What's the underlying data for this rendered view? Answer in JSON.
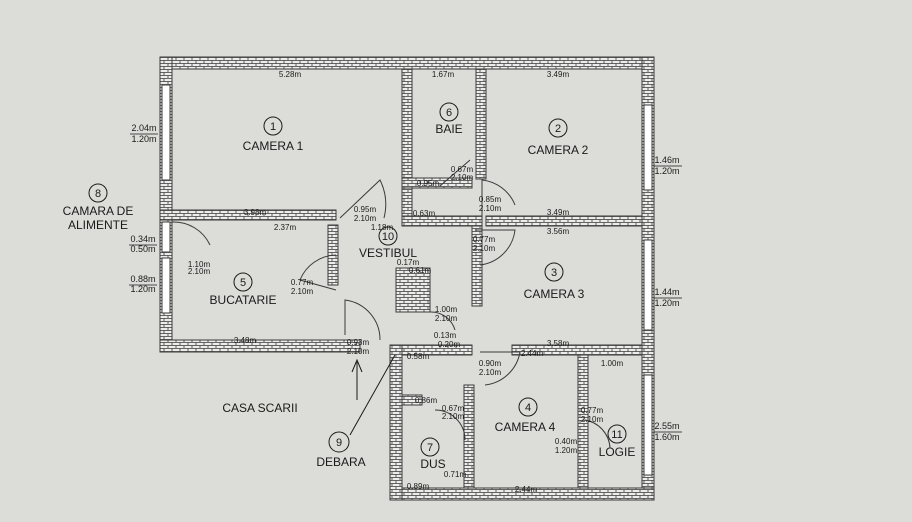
{
  "colors": {
    "paper": "#dcdcd9",
    "wall": "#3a3a3a",
    "brick": "#ececea",
    "ink": "#1a1a1a"
  },
  "rooms": [
    {
      "number": "1",
      "name": "CAMERA 1"
    },
    {
      "number": "2",
      "name": "CAMERA 2"
    },
    {
      "number": "3",
      "name": "CAMERA 3"
    },
    {
      "number": "4",
      "name": "CAMERA 4"
    },
    {
      "number": "5",
      "name": "BUCATARIE"
    },
    {
      "number": "6",
      "name": "BAIE"
    },
    {
      "number": "7",
      "name": "DUS"
    },
    {
      "number": "8",
      "name_line1": "CAMARA DE",
      "name_line2": "ALIMENTE"
    },
    {
      "number": "9",
      "name": "DEBARA"
    },
    {
      "number": "10",
      "name": "VESTIBUL"
    },
    {
      "number": "11",
      "name": "LOGIE"
    }
  ],
  "outside_label": "CASA SCARII",
  "dimensions": [
    "5.28m",
    "1.67m",
    "3.49m",
    "3.98m",
    "2.37m",
    "3.49m",
    "3.56m",
    "3.58m",
    "3.48m",
    "2.44m",
    "2.44m",
    "0.95m",
    "2.10m",
    "0.85m",
    "2.10m",
    "0.77m",
    "2.10m",
    "0.77m",
    "2.10m",
    "0.93m",
    "2.10m",
    "0.90m",
    "2.10m",
    "0.67m",
    "2.10m",
    "0.67m",
    "2.10m",
    "0.77m",
    "2.10m",
    "1.00m",
    "2.10m",
    "1.10m",
    "2.10m",
    "1.18m",
    "0.63m",
    "0.95m",
    "0.17m",
    "0.61m",
    "0.13m",
    "0.20m",
    "0.58m",
    "0.86m",
    "0.71m",
    "0.89m",
    "0.40m",
    "1.20m",
    "1.00m"
  ],
  "window_dims": [
    {
      "top": "2.04m",
      "bottom": "1.20m"
    },
    {
      "top": "0.34m",
      "bottom": "0.50m"
    },
    {
      "top": "0.88m",
      "bottom": "1.20m"
    },
    {
      "top": "1.46m",
      "bottom": "1.20m"
    },
    {
      "top": "1.44m",
      "bottom": "1.20m"
    },
    {
      "top": "2.55m",
      "bottom": "1.60m"
    }
  ]
}
